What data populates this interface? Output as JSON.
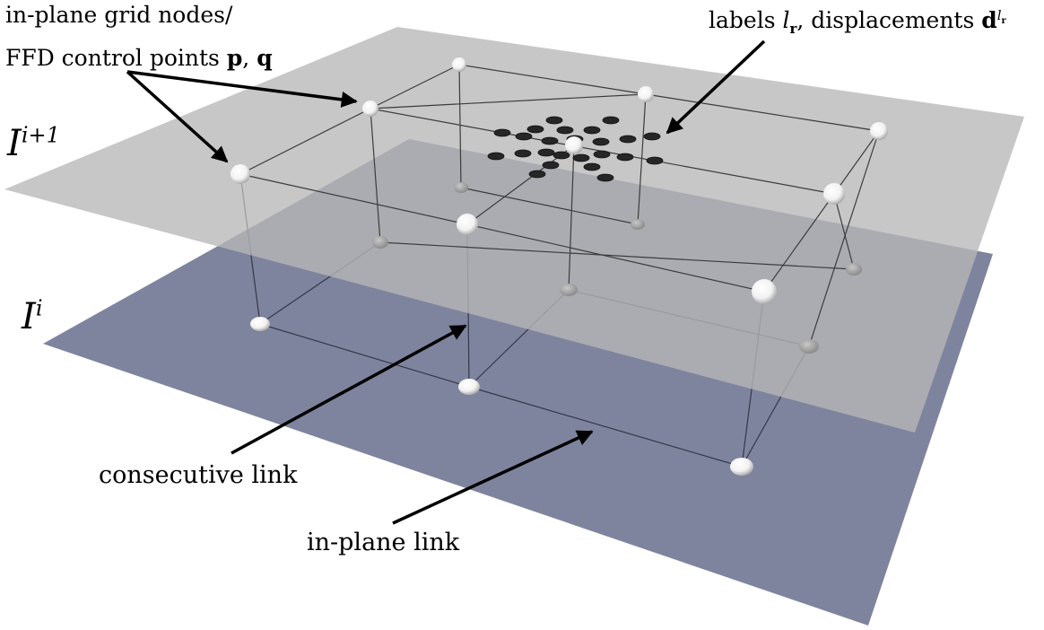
{
  "colors": {
    "upper_plane": "#bdbdbd",
    "lower_plane": "#7f849e",
    "overlap": "#70727e",
    "link": "#3c3c3c",
    "label_disc": "#2a2a2a",
    "node": "#ffffff",
    "node_shade": "#9a9a9a",
    "arrow": "#000000"
  },
  "labels": {
    "nodes_line1": "in-plane grid nodes/",
    "nodes_line2": "FFD control points ",
    "nodes_p": "p",
    "nodes_sep": ", ",
    "nodes_q": "q",
    "labels_prefix": "labels ",
    "labels_l": "l",
    "labels_l_sub": "r",
    "labels_middle": ", displacements ",
    "labels_d": "d",
    "labels_d_sup": "l",
    "labels_d_sup_sub": "r",
    "plane_upper": "I",
    "plane_upper_sup": "i+1",
    "plane_lower": "I",
    "plane_lower_sup": "i",
    "consecutive_link": "consecutive link",
    "inplane_link": "in-plane link"
  }
}
